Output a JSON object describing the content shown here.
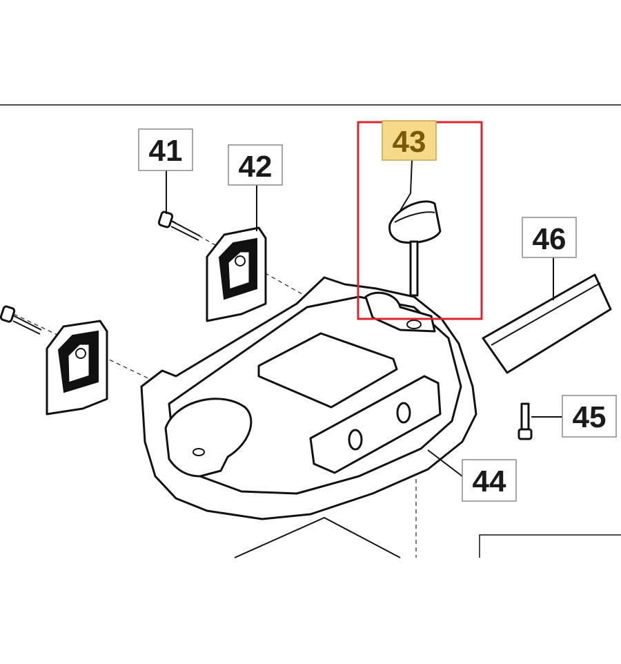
{
  "diagram": {
    "highlight_color": "#d9262c",
    "label_highlight_fill": "#f7d98a",
    "callouts": [
      {
        "id": "41",
        "label": "41",
        "highlighted": false
      },
      {
        "id": "42",
        "label": "42",
        "highlighted": false
      },
      {
        "id": "43",
        "label": "43",
        "highlighted": true
      },
      {
        "id": "44",
        "label": "44",
        "highlighted": false
      },
      {
        "id": "45",
        "label": "45",
        "highlighted": false
      },
      {
        "id": "46",
        "label": "46",
        "highlighted": false
      }
    ]
  }
}
